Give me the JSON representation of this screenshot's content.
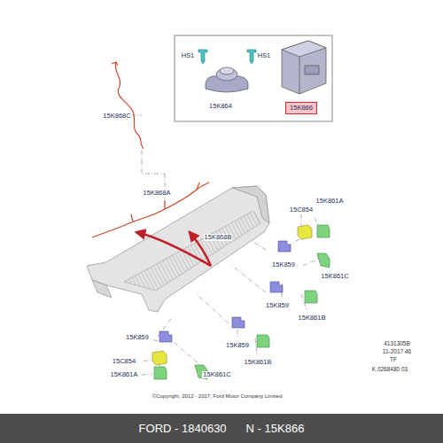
{
  "diagram": {
    "nodes": [
      {
        "text": [
          "15K866"
        ]
      },
      {
        "text": [
          "FORD - 1840630",
          "N - 15K866"
        ]
      }
    ],
    "labels": [
      "HS1",
      "HS1",
      "15K864",
      "15K868C",
      "15K868A",
      "15K868B",
      "15K861A",
      "15C854",
      "15K859",
      "15K861C",
      "15K859",
      "15K861B",
      "15K859",
      "15K861B",
      "15K859",
      "15C854",
      "15K861A",
      "15K861C",
      "4131305B",
      "11-2017 46",
      "TF",
      "K 0268480 03",
      "©Copyright, 2012 - 2017, Ford Motor Company Limited"
    ]
  }
}
